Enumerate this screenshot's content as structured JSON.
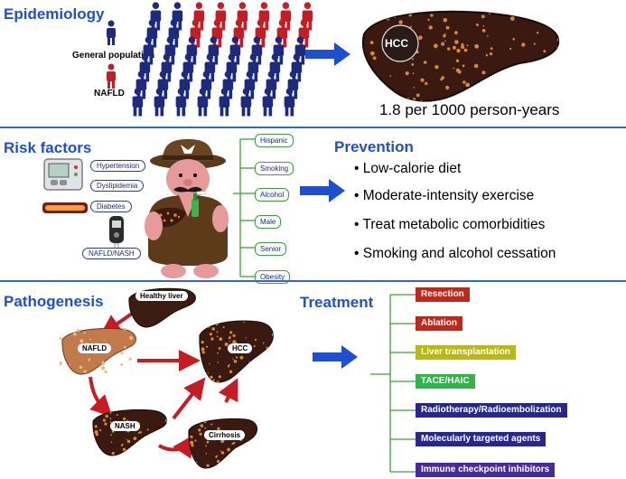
{
  "epidemiology": {
    "title": "Epidemiology",
    "legend_general": "General population",
    "legend_nafld": "NAFLD",
    "hcc_label": "HCC",
    "incidence": "1.8 per 1000 person-years",
    "colors": {
      "general": "#1c2a80",
      "nafld": "#c41e24"
    }
  },
  "risk_factors": {
    "title": "Risk factors",
    "left_items": [
      "Hypertension",
      "Dyslipidemia",
      "Diabetes",
      "NAFLD/NASH"
    ],
    "right_items": [
      "Hispanic",
      "Smoking",
      "Alcohol",
      "Male",
      "Senior",
      "Obesity"
    ]
  },
  "prevention": {
    "title": "Prevention",
    "items": [
      "Low-calorie diet",
      "Moderate-intensity exercise",
      "Treat metabolic comorbidities",
      "Smoking and alcohol cessation"
    ]
  },
  "pathogenesis": {
    "title": "Pathogenesis",
    "nodes": {
      "healthy": "Healthy liver",
      "nafld": "NAFLD",
      "hcc": "HCC",
      "nash": "NASH",
      "cirrhosis": "Cirrhosis"
    }
  },
  "treatment": {
    "title": "Treatment",
    "items": [
      {
        "label": "Resection",
        "color": "#c0281c"
      },
      {
        "label": "Ablation",
        "color": "#c0281c"
      },
      {
        "label": "Liver transplantation",
        "color": "#b8b81a"
      },
      {
        "label": "TACE/HAIC",
        "color": "#2fb34a"
      },
      {
        "label": "Radiotherapy/Radioembolization",
        "color": "#27288f"
      },
      {
        "label": "Molecularly targeted agents",
        "color": "#27288f"
      },
      {
        "label": "Immune checkpoint inhibitors",
        "color": "#4a2a9a"
      }
    ]
  },
  "colors": {
    "accent": "#1f4fd1",
    "arrow": "#1f4fd1",
    "path_arrow": "#c41e24"
  }
}
